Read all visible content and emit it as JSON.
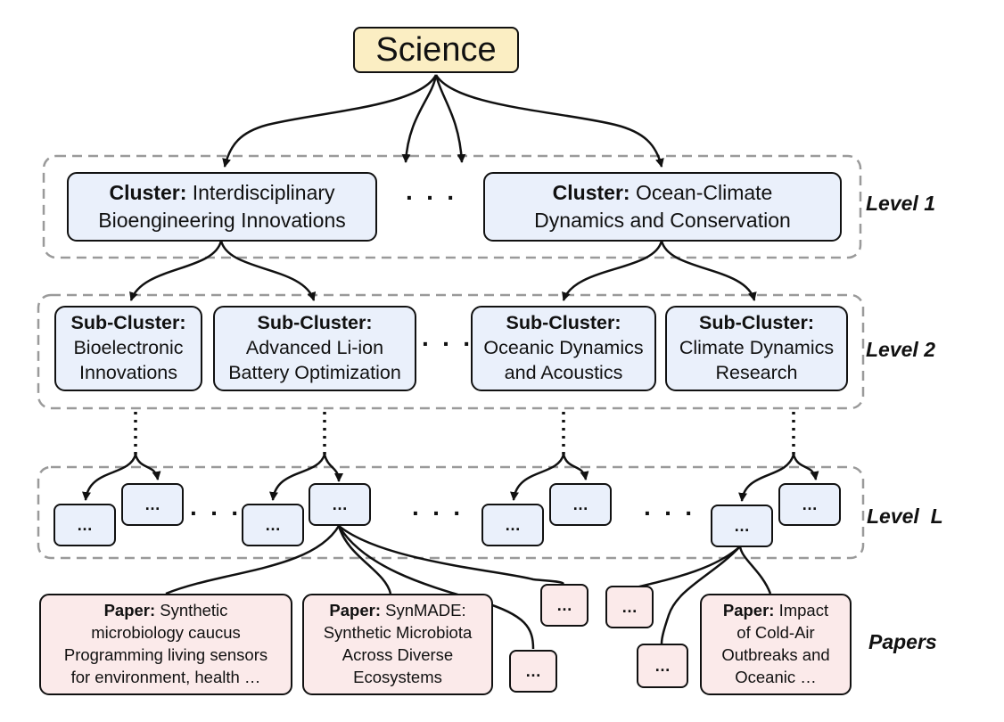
{
  "root": {
    "label": "Science"
  },
  "levels": {
    "level1": "Level 1",
    "level2": "Level 2",
    "levelL": "Level  L",
    "papers": "Papers"
  },
  "ellipsis": "…",
  "gap_dots": "· · ·",
  "clusters": [
    {
      "prefix": "Cluster:",
      "line1": " Interdisciplinary",
      "line2": "Bioengineering Innovations"
    },
    {
      "prefix": "Cluster:",
      "line1": " Ocean-Climate",
      "line2": "Dynamics and Conservation"
    }
  ],
  "subclusters": [
    {
      "prefix": "Sub-Cluster:",
      "line1": "Bioelectronic",
      "line2": "Innovations"
    },
    {
      "prefix": "Sub-Cluster:",
      "line1": "Advanced Li-ion",
      "line2": "Battery Optimization"
    },
    {
      "prefix": "Sub-Cluster:",
      "line1": "Oceanic Dynamics",
      "line2": "and Acoustics"
    },
    {
      "prefix": "Sub-Cluster:",
      "line1": "Climate Dynamics",
      "line2": "Research"
    }
  ],
  "papers": [
    {
      "prefix": "Paper:",
      "line1": " Synthetic",
      "line2": "microbiology caucus",
      "line3": "Programming living sensors",
      "line4": "for environment, health …"
    },
    {
      "prefix": "Paper:",
      "line1": " SynMADE:",
      "line2": "Synthetic Microbiota",
      "line3": "Across Diverse",
      "line4": "Ecosystems"
    },
    {
      "prefix": "Paper:",
      "line1": " Impact",
      "line2": "of Cold-Air",
      "line3": "Outbreaks and",
      "line4": "Oceanic …"
    }
  ]
}
